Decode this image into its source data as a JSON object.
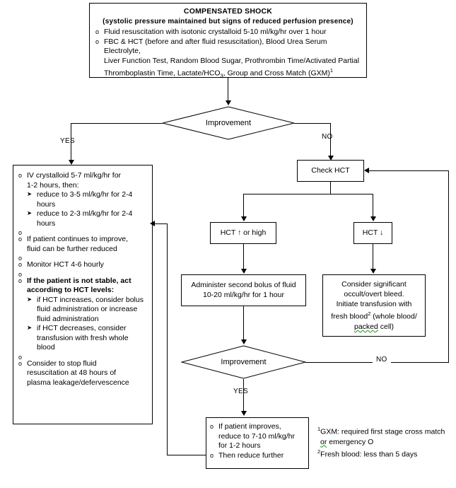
{
  "diagram": {
    "title": "COMPENSATED SHOCK",
    "subtitle": "(systolic pressure maintained but signs of reduced perfusion presence)"
  },
  "top_box": {
    "bullet1": "Fluid resuscitation with isotonic crystalloid 5-10 ml/kg/hr over 1 hour",
    "bullet2_line1": "FBC & HCT (before and after fluid resuscitation), Blood Urea Serum Electrolyte,",
    "bullet2_line2": "Liver Function Test, Random Blood Sugar, Prothrombin Time/Activated Partial",
    "bullet2_line3_a": "Thromboplastin Time, Lactate/HCO",
    "bullet2_line3_sub": "3",
    "bullet2_line3_b": ", Group and Cross Match (GXM)",
    "bullet2_line3_sup": "1"
  },
  "decisions": {
    "improvement_top": "Improvement",
    "improvement_bottom": "Improvement"
  },
  "edge_labels": {
    "yes_top": "YES",
    "no_top": "NO",
    "yes_bottom": "YES",
    "no_bottom": "NO"
  },
  "left_box": {
    "b1_line1": "IV crystalloid 5-7 ml/kg/hr for",
    "b1_line2": "1-2 hours, then:",
    "b1_sub1": "reduce to 3-5 ml/kg/hr for 2-4 hours",
    "b1_sub2": "reduce to 2-3 ml/kg/hr for 2-4 hours",
    "b2_line1": "If patient continues to improve,",
    "b2_line2": "fluid can be further reduced",
    "b3": "Monitor HCT 4-6 hourly",
    "b4_bold_line1": "If the patient is not stable, act",
    "b4_bold_line2": "according to HCT levels:",
    "b4_sub1": "if HCT increases, consider bolus fluid administration or increase fluid administration",
    "b4_sub2": "if HCT decreases, consider transfusion with fresh whole blood",
    "b5_line1": "Consider to stop fluid",
    "b5_line2": "resuscitation at 48 hours of",
    "b5_line3": "plasma leakage/defervescence"
  },
  "check_hct_box": {
    "label": "Check HCT"
  },
  "hct_high_box": {
    "label": "HCT ↑ or high"
  },
  "hct_low_box": {
    "label": "HCT ↓"
  },
  "bolus_box": {
    "line1": "Administer second bolus of fluid",
    "line2": "10-20 ml/kg/hr for 1 hour"
  },
  "transfusion_box": {
    "line1": "Consider significant",
    "line2": "occult/overt bleed.",
    "line3": "Initiate transfusion with",
    "line4_a": "fresh blood",
    "line4_sup": "2",
    "line4_b": " (whole blood/",
    "line5_a": "packed",
    "line5_b": " cell)"
  },
  "improves_box": {
    "b1_line1": "If patient improves,",
    "b1_line2": "reduce to 7-10 ml/kg/hr",
    "b1_line3": "for 1-2 hours",
    "b2": "Then reduce further"
  },
  "footnotes": {
    "f1_sup": "1",
    "f1_line1": "GXM: required first stage cross match",
    "f1_line2_a": "or",
    "f1_line2_b": " emergency O",
    "f2_sup": "2",
    "f2_text": "Fresh blood: less than 5 days"
  },
  "colors": {
    "stroke": "#000000",
    "background": "#ffffff",
    "spellcheck_underline": "#2aa02a"
  }
}
